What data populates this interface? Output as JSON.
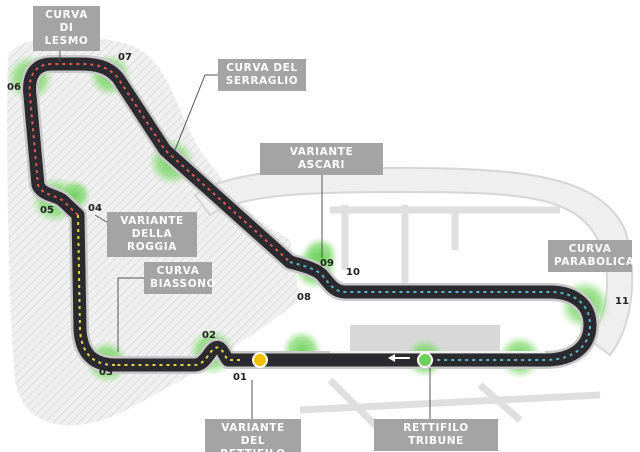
{
  "circuit": {
    "labels": {
      "curva_di_lesmo": "CURVA DI\nLESMO",
      "curva_del_serraglio": "CURVA DEL\nSERRAGLIO",
      "variante_ascari": "VARIANTE  ASCARI",
      "variante_della_roggia": "VARIANTE\nDELLA ROGGIA",
      "curva_biassono": "CURVA\nBIASSONO",
      "curva_parabolica": "CURVA\nPARABOLICA",
      "variante_del_rettifilo": "VARIANTE DEL\nRETTIFILO",
      "rettifilo_tribune": "RETTIFILO TRIBUNE"
    },
    "turn_numbers": {
      "t01": "01",
      "t02": "02",
      "t03": "03",
      "t04": "04",
      "t05": "05",
      "t06": "06",
      "t07": "07",
      "t08": "08",
      "t09": "09",
      "t10": "10",
      "t11": "11"
    },
    "colors": {
      "track": "#2b2a2e",
      "track_edge": "#dcdcdc",
      "sector1": "#e6d24a",
      "sector2": "#e05a5a",
      "sector3": "#5ab4c8",
      "corner_highlight": "#6cd05a",
      "timing_line": "#f2c200",
      "label_bg": "#a4a4a4",
      "ground": "#e9e9e9"
    }
  }
}
